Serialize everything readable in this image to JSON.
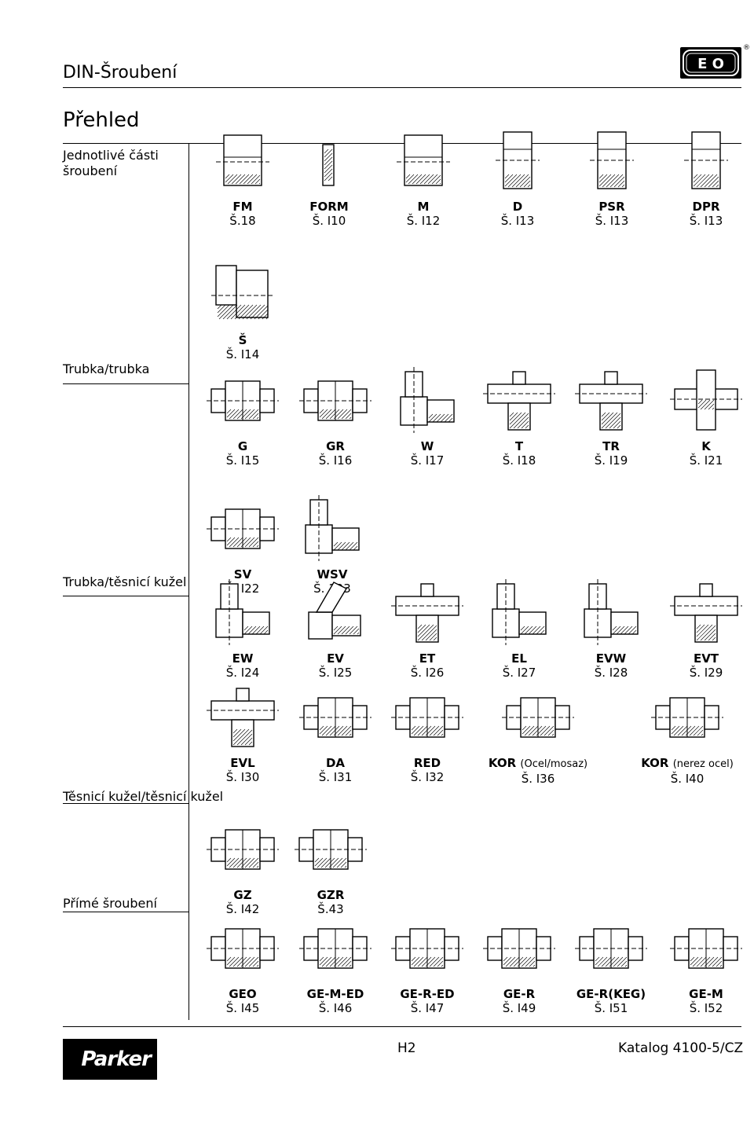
{
  "header": {
    "title": "DIN-Šroubení",
    "logo_text": "E O",
    "logo_mark": "®"
  },
  "section_title": "Přehled",
  "groups": [
    {
      "label_lines": [
        "Jednotlivé části",
        "šroubení"
      ]
    },
    {
      "label_lines": [
        "Trubka/trubka"
      ]
    },
    {
      "label_lines": [
        "Trubka/těsnicí  kužel"
      ]
    },
    {
      "label_lines": [
        "Těsnicí kužel/těsnicí kužel"
      ]
    },
    {
      "label_lines": [
        "Přímé šroubení"
      ]
    }
  ],
  "items": [
    {
      "code": "FM",
      "page": "Š.18"
    },
    {
      "code": "FORM",
      "page": "Š. I10"
    },
    {
      "code": "M",
      "page": "Š. I12"
    },
    {
      "code": "D",
      "page": "Š. I13"
    },
    {
      "code": "PSR",
      "page": "Š. I13"
    },
    {
      "code": "DPR",
      "page": "Š. I13"
    },
    {
      "code": "Š",
      "page": "Š. I14"
    },
    {
      "code": "G",
      "page": "Š. I15"
    },
    {
      "code": "GR",
      "page": "Š. I16"
    },
    {
      "code": "W",
      "page": "Š. I17"
    },
    {
      "code": "T",
      "page": "Š. I18"
    },
    {
      "code": "TR",
      "page": "Š. I19"
    },
    {
      "code": "K",
      "page": "Š. I21"
    },
    {
      "code": "SV",
      "page": "Š. I22"
    },
    {
      "code": "WSV",
      "page": "Š.  123"
    },
    {
      "code": "EW",
      "page": "Š. I24"
    },
    {
      "code": "EV",
      "page": "Š. I25"
    },
    {
      "code": "ET",
      "page": "Š. I26"
    },
    {
      "code": "EL",
      "page": "Š. I27"
    },
    {
      "code": "EVW",
      "page": "Š. I28"
    },
    {
      "code": "EVT",
      "page": "Š. I29"
    },
    {
      "code": "EVL",
      "page": "Š. I30"
    },
    {
      "code": "DA",
      "page": "Š. I31"
    },
    {
      "code": "RED",
      "page": "Š. I32"
    },
    {
      "code": "KOR",
      "sub": "(Ocel/mosaz)",
      "page": "Š. I36"
    },
    {
      "code": "KOR",
      "sub": "(nerez ocel)",
      "page": "Š. I40"
    },
    {
      "code": "GZ",
      "page": "Š. I42"
    },
    {
      "code": "GZR",
      "page": "Š.43"
    },
    {
      "code": "GEO",
      "page": "Š. I45"
    },
    {
      "code": "GE-M-ED",
      "page": "Š. I46"
    },
    {
      "code": "GE-R-ED",
      "page": "Š. I47"
    },
    {
      "code": "GE-R",
      "page": "Š. I49"
    },
    {
      "code": "GE-R(KEG)",
      "page": "Š. I51"
    },
    {
      "code": "GE-M",
      "page": "Š. I52"
    }
  ],
  "footer": {
    "brand": "Parker",
    "page_number": "H2",
    "catalog": "Katalog 4100-5/CZ"
  }
}
